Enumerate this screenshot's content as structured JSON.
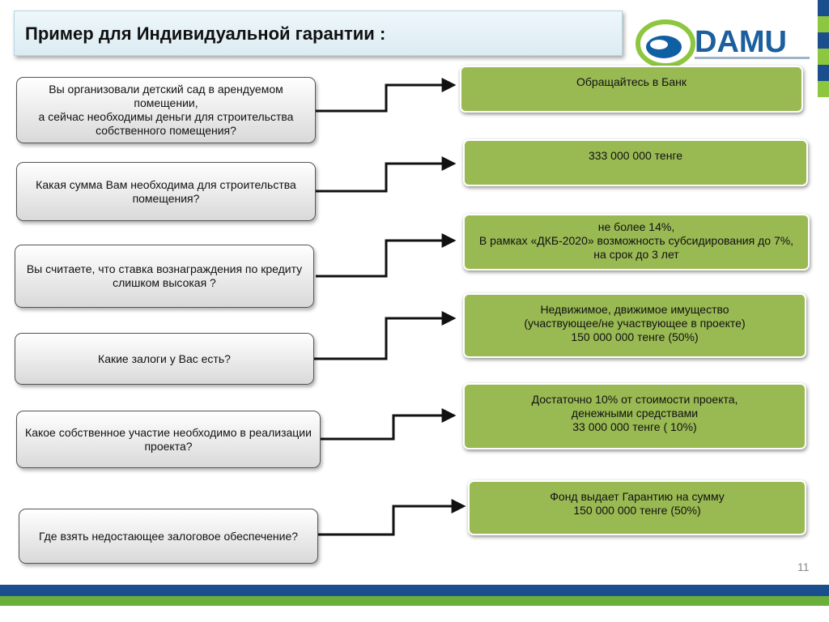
{
  "title": "Пример для Индивидуальной гарантии :",
  "logo": {
    "text": "DAMU"
  },
  "questions": [
    "Вы организовали детский сад в арендуемом помещении,\nа сейчас необходимы деньги для строительства собственного помещения?",
    "Какая сумма Вам необходима для строительства помещения?",
    "Вы считаете, что  ставка вознаграждения по кредиту слишком высокая ?",
    "Какие залоги у Вас есть?",
    "Какое собственное участие необходимо в реализации проекта?",
    "Где взять недостающее залоговое обеспечение?"
  ],
  "answers": [
    "Обращайтесь в Банк",
    "333 000 000 тенге",
    "не более 14%,\nВ рамках «ДКБ-2020» возможность субсидирования до 7%, на срок до 3 лет",
    "Недвижимое, движимое имущество\n(участвующее/не участвующее в проекте)\n150 000 000 тенге (50%)",
    "Достаточно 10% от стоимости проекта,\nденежными средствами\n33 000 000 тенге ( 10%)",
    "Фонд выдает Гарантию на сумму\n150 000 000 тенге (50%)"
  ],
  "page_number": "11",
  "colors": {
    "answer_green": "#99b953",
    "brand_blue": "#1b5f9e",
    "brand_green": "#8dc63f",
    "footer_blue": "#1b4e8c",
    "footer_green": "#6aae3b"
  }
}
